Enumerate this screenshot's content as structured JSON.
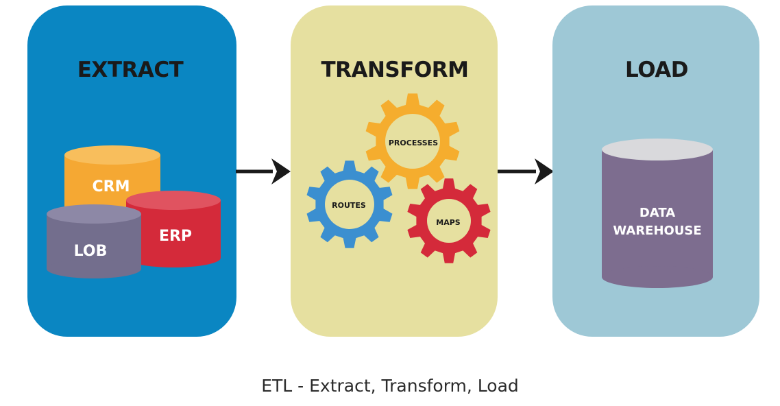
{
  "colors": {
    "extract_panel": "#0a86c2",
    "transform_panel": "#e6e0a0",
    "load_panel": "#9ec8d6",
    "crm": "#f5a833",
    "erp": "#d42a3a",
    "lob": "#736e8d",
    "warehouse": "#7d6d8f",
    "gear_blue": "#3b8fd0",
    "gear_orange": "#f5ad2e",
    "gear_red": "#d42a3a",
    "arrow": "#1a1a1a"
  },
  "extract": {
    "title": "EXTRACT",
    "sources": {
      "crm": "CRM",
      "erp": "ERP",
      "lob": "LOB"
    }
  },
  "transform": {
    "title": "TRANSFORM",
    "gears": {
      "processes": "PROCESSES",
      "routes": "ROUTES",
      "maps": "MAPS"
    }
  },
  "load": {
    "title": "LOAD",
    "target_line1": "DATA",
    "target_line2": "WAREHOUSE"
  },
  "caption": "ETL - Extract, Transform, Load"
}
